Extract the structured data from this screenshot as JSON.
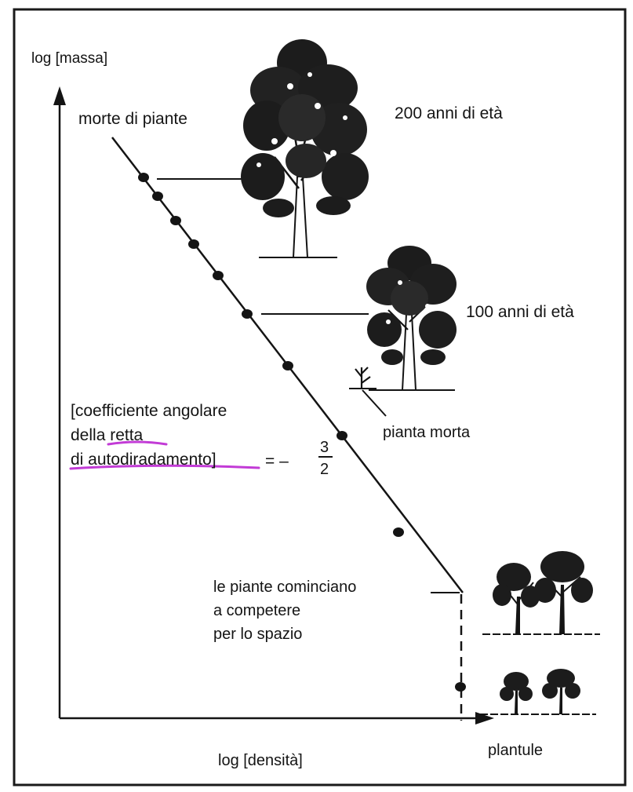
{
  "diagram": {
    "y_axis_label": "log [massa]",
    "x_axis_label": "log [densità]",
    "label_dead_plants": "morte di piante",
    "label_200": "200 anni di età",
    "label_100": "100 anni di età",
    "label_dead_plant": "pianta morta",
    "slope_line1": "[coefficiente angolare",
    "slope_line2": "della retta",
    "slope_line3": "di autodiradamento]",
    "slope_equals": "= –",
    "slope_num": "3",
    "slope_den": "2",
    "compete_line1": "le piante cominciano",
    "compete_line2": "a competere",
    "compete_line3": "per lo spazio",
    "seedlings": "plantule",
    "highlight_color": "#c23bd6",
    "ink_color": "#141414",
    "data_point_count": 10
  }
}
